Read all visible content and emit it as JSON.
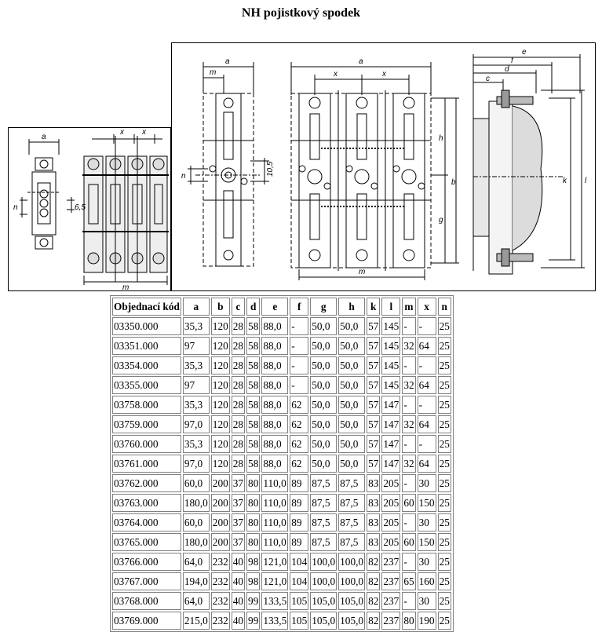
{
  "title": "NH pojistkový spodek",
  "drawing_labels": {
    "a": "a",
    "m": "m",
    "x": "x",
    "n": "n",
    "h": "h",
    "b": "b",
    "g": "g",
    "e": "e",
    "f": "f",
    "d": "d",
    "c": "c",
    "k": "k",
    "l": "l",
    "dim_6_5": "6,5",
    "dim_10_5": "10,5"
  },
  "table": {
    "headers": [
      "Objednací kód",
      "a",
      "b",
      "c",
      "d",
      "e",
      "f",
      "g",
      "h",
      "k",
      "l",
      "m",
      "x",
      "n"
    ],
    "rows": [
      [
        "03350.000",
        "35,3",
        "120",
        "28",
        "58",
        "88,0",
        "-",
        "50,0",
        "50,0",
        "57",
        "145",
        "-",
        "-",
        "25"
      ],
      [
        "03351.000",
        "97",
        "120",
        "28",
        "58",
        "88,0",
        "-",
        "50,0",
        "50,0",
        "57",
        "145",
        "32",
        "64",
        "25"
      ],
      [
        "03354.000",
        "35,3",
        "120",
        "28",
        "58",
        "88,0",
        "-",
        "50,0",
        "50,0",
        "57",
        "145",
        "-",
        "-",
        "25"
      ],
      [
        "03355.000",
        "97",
        "120",
        "28",
        "58",
        "88,0",
        "-",
        "50,0",
        "50,0",
        "57",
        "145",
        "32",
        "64",
        "25"
      ],
      [
        "03758.000",
        "35,3",
        "120",
        "28",
        "58",
        "88,0",
        "62",
        "50,0",
        "50,0",
        "57",
        "147",
        "-",
        "-",
        "25"
      ],
      [
        "03759.000",
        "97,0",
        "120",
        "28",
        "58",
        "88,0",
        "62",
        "50,0",
        "50,0",
        "57",
        "147",
        "32",
        "64",
        "25"
      ],
      [
        "03760.000",
        "35,3",
        "120",
        "28",
        "58",
        "88,0",
        "62",
        "50,0",
        "50,0",
        "57",
        "147",
        "-",
        "-",
        "25"
      ],
      [
        "03761.000",
        "97,0",
        "120",
        "28",
        "58",
        "88,0",
        "62",
        "50,0",
        "50,0",
        "57",
        "147",
        "32",
        "64",
        "25"
      ],
      [
        "03762.000",
        "60,0",
        "200",
        "37",
        "80",
        "110,0",
        "89",
        "87,5",
        "87,5",
        "83",
        "205",
        "-",
        "30",
        "25"
      ],
      [
        "03763.000",
        "180,0",
        "200",
        "37",
        "80",
        "110,0",
        "89",
        "87,5",
        "87,5",
        "83",
        "205",
        "60",
        "150",
        "25"
      ],
      [
        "03764.000",
        "60,0",
        "200",
        "37",
        "80",
        "110,0",
        "89",
        "87,5",
        "87,5",
        "83",
        "205",
        "-",
        "30",
        "25"
      ],
      [
        "03765.000",
        "180,0",
        "200",
        "37",
        "80",
        "110,0",
        "89",
        "87,5",
        "87,5",
        "83",
        "205",
        "60",
        "150",
        "25"
      ],
      [
        "03766.000",
        "64,0",
        "232",
        "40",
        "98",
        "121,0",
        "104",
        "100,0",
        "100,0",
        "82",
        "237",
        "-",
        "30",
        "25"
      ],
      [
        "03767.000",
        "194,0",
        "232",
        "40",
        "98",
        "121,0",
        "104",
        "100,0",
        "100,0",
        "82",
        "237",
        "65",
        "160",
        "25"
      ],
      [
        "03768.000",
        "64,0",
        "232",
        "40",
        "99",
        "133,5",
        "105",
        "105,0",
        "105,0",
        "82",
        "237",
        "-",
        "30",
        "25"
      ],
      [
        "03769.000",
        "215,0",
        "232",
        "40",
        "99",
        "133,5",
        "105",
        "105,0",
        "105,0",
        "82",
        "237",
        "80",
        "190",
        "25"
      ]
    ]
  }
}
